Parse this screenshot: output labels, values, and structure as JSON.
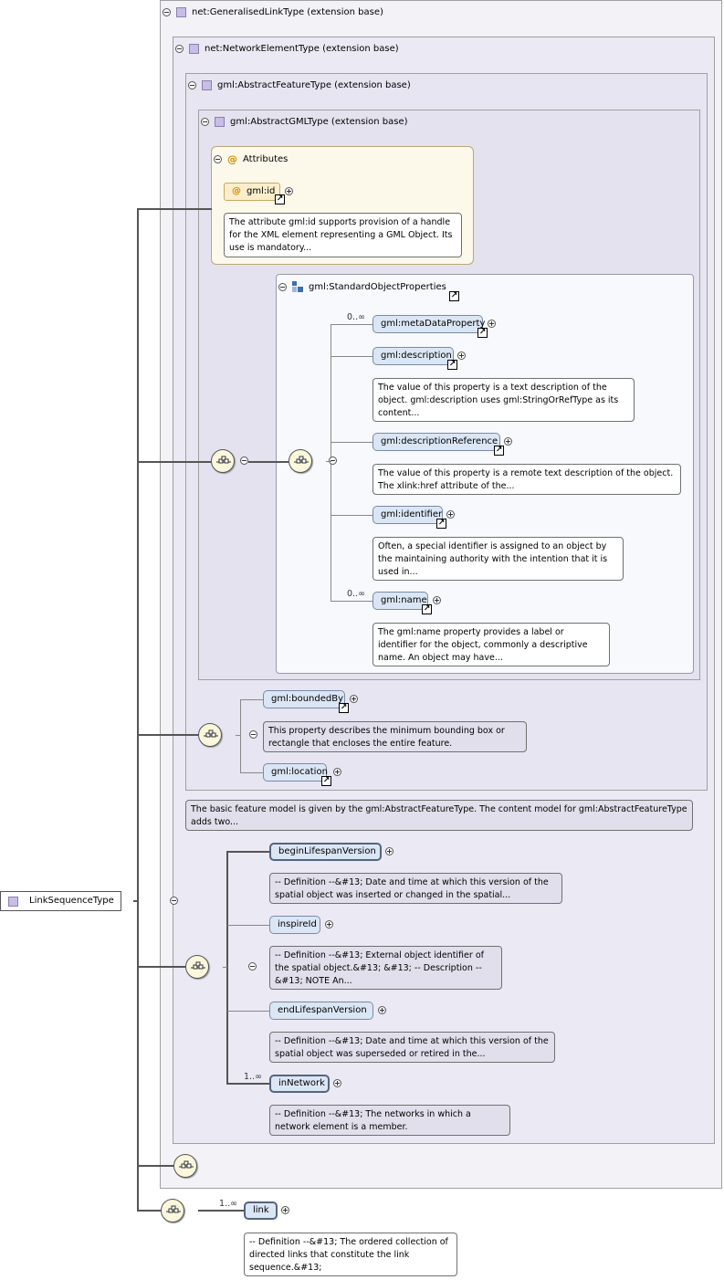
{
  "root": {
    "label": "LinkSequenceType"
  },
  "extensions": {
    "generalised_link": "net:GeneralisedLinkType (extension base)",
    "network_element": "net:NetworkElementType (extension base)",
    "abstract_feature": "gml:AbstractFeatureType (extension base)",
    "abstract_gml": "gml:AbstractGMLType (extension base)"
  },
  "attributes": {
    "title": "Attributes",
    "gml_id": "gml:id",
    "gml_id_doc": "The attribute gml:id supports provision of a handle for the XML element representing a GML Object. Its use is mandatory..."
  },
  "standard_object_properties": {
    "title": "gml:StandardObjectProperties",
    "items": [
      {
        "label": "gml:metaDataProperty",
        "occurs": "0..∞",
        "doc": ""
      },
      {
        "label": "gml:description",
        "occurs": "",
        "doc": "The value of this property is a text description of the object. gml:description uses gml:StringOrRefType as its content..."
      },
      {
        "label": "gml:descriptionReference",
        "occurs": "",
        "doc": "The value of this property is a remote text description of the object. The xlink:href attribute of the..."
      },
      {
        "label": "gml:identifier",
        "occurs": "",
        "doc": "Often, a special identifier is assigned to an object by the maintaining authority with the intention that it is used in..."
      },
      {
        "label": "gml:name",
        "occurs": "0..∞",
        "doc": "The gml:name property provides a label or identifier for the object, commonly a descriptive name. An object may have..."
      }
    ]
  },
  "feature_props": {
    "bounded_by": "gml:boundedBy",
    "bounded_by_doc": "This property describes the minimum bounding box or rectangle that encloses the entire feature.",
    "location": "gml:location",
    "feature_doc": "The basic feature model is given by the gml:AbstractFeatureType. The content model for gml:AbstractFeatureType adds two..."
  },
  "network_props": {
    "begin_lifespan": "beginLifespanVersion",
    "begin_lifespan_doc": "-- Definition --&#13; Date and time at which this version of the spatial object was inserted or changed in the spatial...",
    "inspire_id": "inspireId",
    "inspire_id_doc": "-- Definition --&#13; External object identifier of the spatial object.&#13; &#13; -- Description --&#13; NOTE An...",
    "end_lifespan": "endLifespanVersion",
    "end_lifespan_doc": "-- Definition --&#13; Date and time at which this version of the spatial object was superseded or retired in the...",
    "in_network": "inNetwork",
    "in_network_occurs": "1..∞",
    "in_network_doc": "-- Definition --&#13; The networks in which a network element is a member."
  },
  "link": {
    "label": "link",
    "occurs": "1..∞",
    "doc": "-- Definition --&#13; The ordered collection of directed links that constitute the link sequence.&#13;"
  }
}
